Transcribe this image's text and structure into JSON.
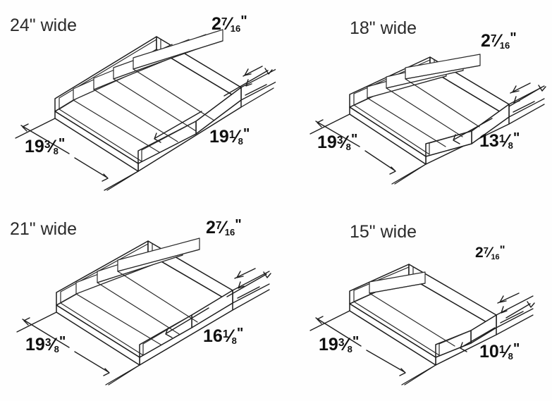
{
  "drawing": {
    "subject": "silverware-drawer-insert-trays",
    "background_color": "#fefefe",
    "line_color": "#1d1d1d",
    "text_color": "#101010",
    "title_color": "#2b2b2b"
  },
  "panels": [
    {
      "id": "tray-24",
      "title": "24\" wide",
      "title_width_value": "24",
      "height_dim": {
        "whole": "2",
        "numerator": "7",
        "denominator": "16",
        "unit": "\"",
        "full": "2 7/16\""
      },
      "depth_dim": {
        "whole": "19",
        "numerator": "3",
        "denominator": "8",
        "unit": "\"",
        "full": "19 3/8\""
      },
      "width_dim": {
        "whole": "19",
        "numerator": "1",
        "denominator": "8",
        "unit": "\"",
        "full": "19 1/8\""
      },
      "compartments": 5,
      "dividers": 4
    },
    {
      "id": "tray-18",
      "title": "18\" wide",
      "title_width_value": "18",
      "height_dim": {
        "whole": "2",
        "numerator": "7",
        "denominator": "16",
        "unit": "\"",
        "full": "2 7/16\""
      },
      "depth_dim": {
        "whole": "19",
        "numerator": "3",
        "denominator": "8",
        "unit": "\"",
        "full": "19 3/8\""
      },
      "width_dim": {
        "whole": "13",
        "numerator": "1",
        "denominator": "8",
        "unit": "\"",
        "full": "13 1/8\""
      },
      "compartments": 4,
      "dividers": 3
    },
    {
      "id": "tray-21",
      "title": "21\" wide",
      "title_width_value": "21",
      "height_dim": {
        "whole": "2",
        "numerator": "7",
        "denominator": "16",
        "unit": "\"",
        "full": "2 7/16\""
      },
      "depth_dim": {
        "whole": "19",
        "numerator": "3",
        "denominator": "8",
        "unit": "\"",
        "full": "19 3/8\""
      },
      "width_dim": {
        "whole": "16",
        "numerator": "1",
        "denominator": "8",
        "unit": "\"",
        "full": "16 1/8\""
      },
      "compartments": 4,
      "dividers": 3
    },
    {
      "id": "tray-15",
      "title": "15\" wide",
      "title_width_value": "15",
      "height_dim": {
        "whole": "2",
        "numerator": "7",
        "denominator": "16",
        "unit": "\"",
        "full": "2 7/16\""
      },
      "depth_dim": {
        "whole": "19",
        "numerator": "3",
        "denominator": "8",
        "unit": "\"",
        "full": "19 3/8\""
      },
      "width_dim": {
        "whole": "10",
        "numerator": "1",
        "denominator": "8",
        "unit": "\"",
        "full": "10 1/8\""
      },
      "compartments": 2,
      "dividers": 1
    }
  ]
}
